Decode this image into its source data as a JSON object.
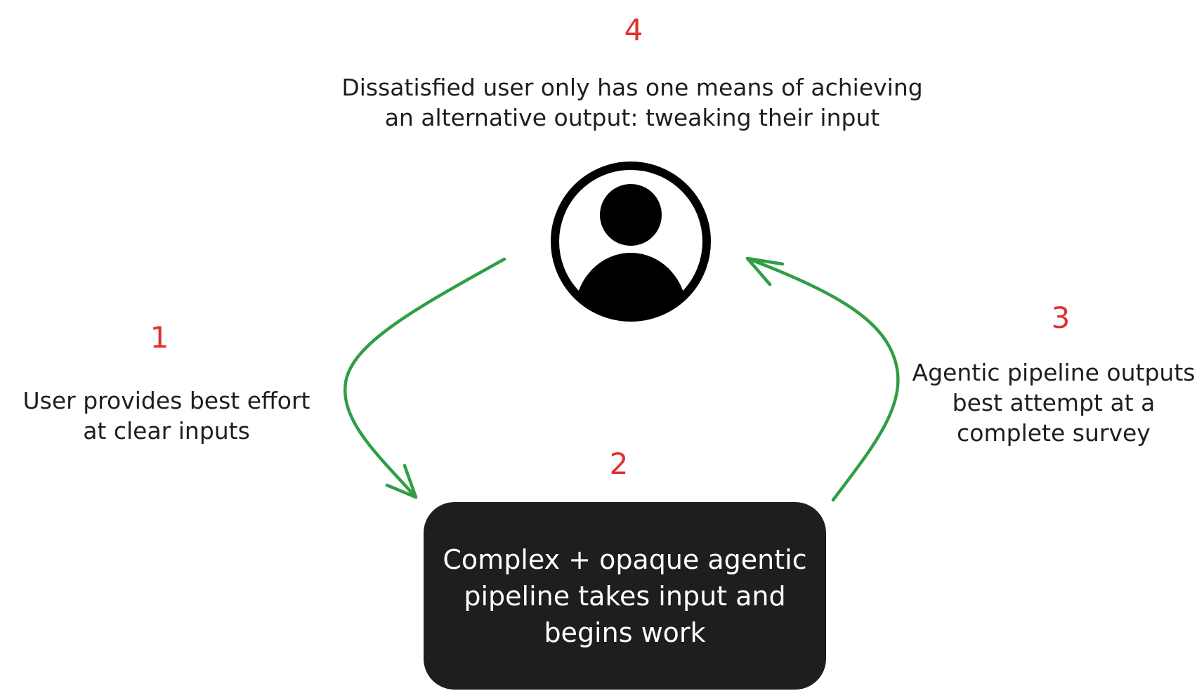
{
  "steps": {
    "step1": {
      "number": "1",
      "lines": [
        "User provides best effort",
        "at clear inputs"
      ]
    },
    "step2": {
      "number": "2",
      "lines": [
        "Complex + opaque agentic",
        "pipeline takes input and",
        "begins work"
      ]
    },
    "step3": {
      "number": "3",
      "lines": [
        "Agentic pipeline outputs",
        "best attempt at a",
        "complete survey"
      ]
    },
    "step4": {
      "number": "4",
      "lines": [
        "Dissatisfied user only has one means of achieving",
        "an alternative output: tweaking their input"
      ]
    }
  },
  "icons": {
    "user": "user-avatar-icon"
  },
  "colors": {
    "step_number": "#e03131",
    "arrow": "#2f9e44",
    "pipeline_box": "#1e1e1e",
    "text": "#1e1e1e"
  }
}
